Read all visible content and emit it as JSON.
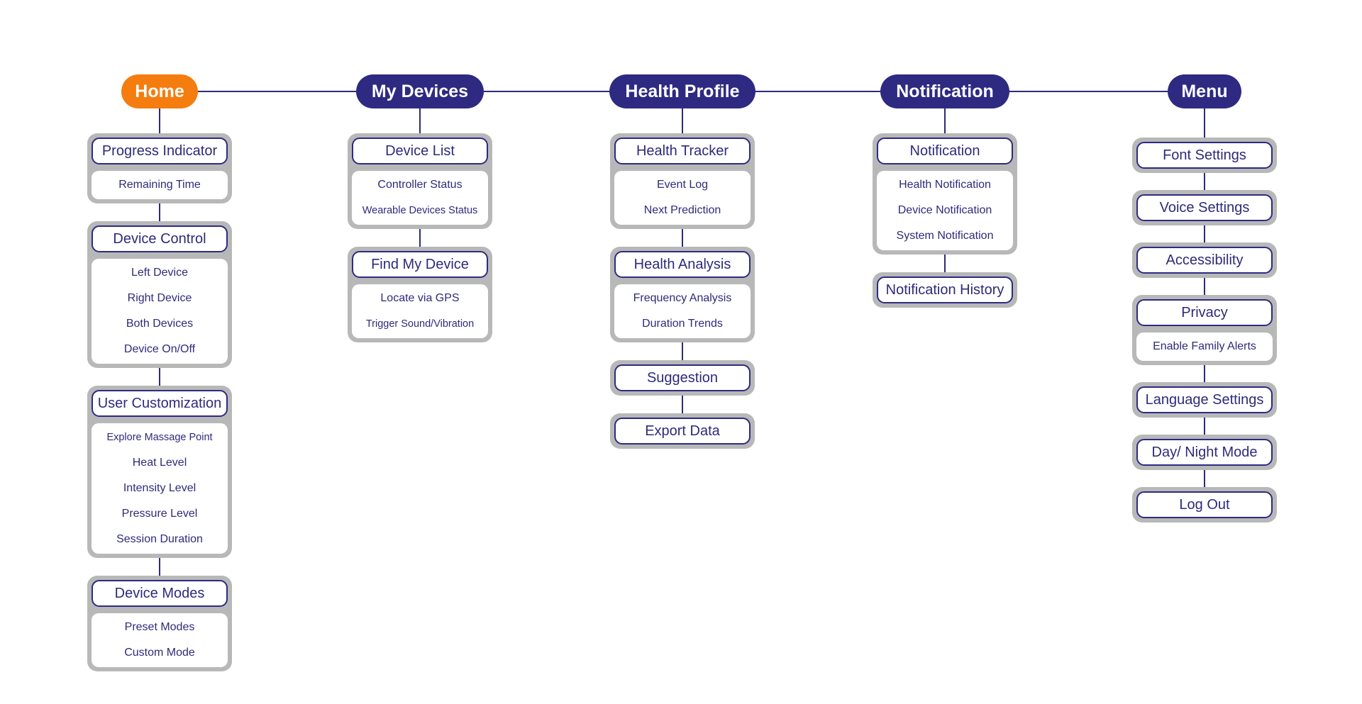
{
  "colors": {
    "accent": "#f57c0f",
    "primary": "#2e2a82",
    "group_bg": "#b8b8b8",
    "text": "#2e2a7a"
  },
  "columns": [
    {
      "title": "Home",
      "active": true,
      "groups": [
        {
          "header": "Progress Indicator",
          "items": [
            "Remaining Time"
          ]
        },
        {
          "header": "Device Control",
          "items": [
            "Left Device",
            "Right Device",
            "Both Devices",
            "Device On/Off"
          ]
        },
        {
          "header": "User Customization",
          "items": [
            "Explore Massage Point",
            "Heat Level",
            "Intensity Level",
            "Pressure Level",
            "Session Duration"
          ]
        },
        {
          "header": "Device Modes",
          "items": [
            "Preset Modes",
            "Custom Mode"
          ]
        }
      ]
    },
    {
      "title": "My Devices",
      "active": false,
      "groups": [
        {
          "header": "Device List",
          "items": [
            "Controller Status",
            "Wearable Devices Status"
          ]
        },
        {
          "header": "Find My Device",
          "items": [
            "Locate via GPS",
            "Trigger Sound/Vibration"
          ]
        }
      ]
    },
    {
      "title": "Health Profile",
      "active": false,
      "groups": [
        {
          "header": "Health Tracker",
          "items": [
            "Event Log",
            "Next Prediction"
          ]
        },
        {
          "header": "Health Analysis",
          "items": [
            "Frequency Analysis",
            "Duration Trends"
          ]
        },
        {
          "header": "Suggestion",
          "items": []
        },
        {
          "header": "Export Data",
          "items": []
        }
      ]
    },
    {
      "title": "Notification",
      "active": false,
      "groups": [
        {
          "header": "Notification",
          "items": [
            "Health Notification",
            "Device Notification",
            "System Notification"
          ]
        },
        {
          "header": "Notification History",
          "items": []
        }
      ]
    },
    {
      "title": "Menu",
      "active": false,
      "groups": [
        {
          "header": "Font Settings",
          "items": []
        },
        {
          "header": "Voice Settings",
          "items": []
        },
        {
          "header": "Accessibility",
          "items": []
        },
        {
          "header": "Privacy",
          "items": [
            "Enable Family Alerts"
          ]
        },
        {
          "header": "Language Settings",
          "items": []
        },
        {
          "header": "Day/ Night Mode",
          "items": []
        },
        {
          "header": "Log Out",
          "items": []
        }
      ]
    }
  ]
}
